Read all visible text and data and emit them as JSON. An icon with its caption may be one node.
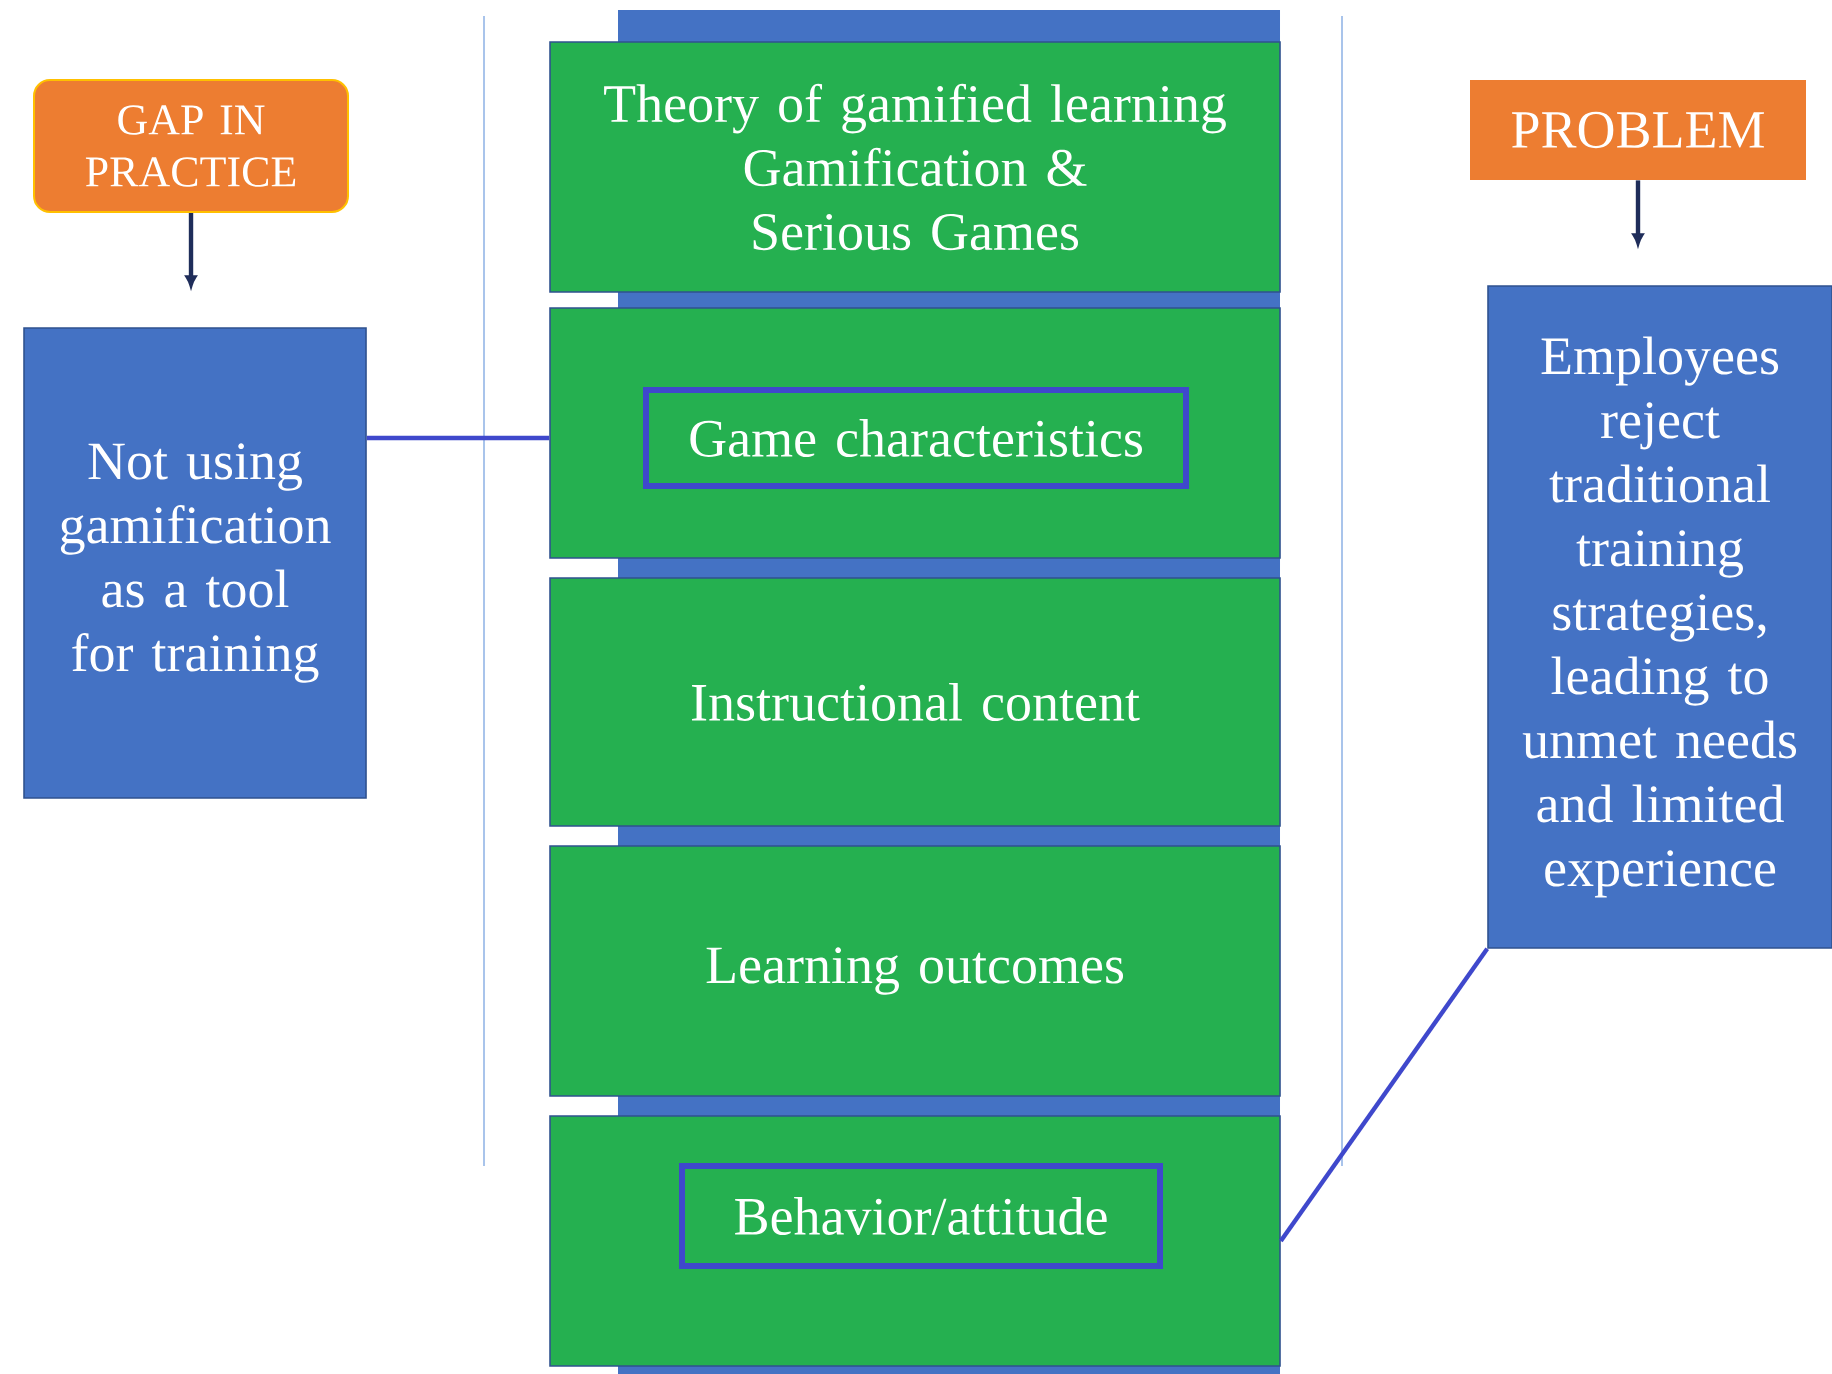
{
  "diagram": {
    "nodes": [
      {
        "text": [
          "GAP IN PRACTICE"
        ]
      },
      {
        "text": [
          "Not using gamification as a tool for training"
        ]
      },
      {
        "text": [
          "Theory of gamified learning",
          "Gamification & Serious Games"
        ]
      },
      {
        "text": [],
        "shape": "box"
      },
      {
        "text": [
          "Game characteristics"
        ],
        "in": 3
      },
      {
        "text": [
          "Instructional content"
        ]
      },
      {
        "text": [
          "Learning outcomes"
        ]
      },
      {
        "text": [],
        "shape": "box"
      },
      {
        "text": [
          "Behavior/attitude"
        ],
        "in": 7
      },
      {
        "text": [
          "PROBLEM"
        ]
      },
      {
        "text": [
          "Employees reject traditional training strategies, leading to unmet needs and limited experience"
        ]
      }
    ],
    "edges": [
      {
        "from": 0,
        "to": 1,
        "arrow": "to",
        "color": "#1f2d5a"
      },
      {
        "from": 9,
        "to": 10,
        "arrow": "to",
        "color": "#1f2d5a"
      },
      {
        "from": 1,
        "to": 3,
        "arrow": "none",
        "color": "#3f48cc"
      },
      {
        "from": 10,
        "to": 7,
        "arrow": "none",
        "color": "#3f48cc"
      }
    ]
  }
}
